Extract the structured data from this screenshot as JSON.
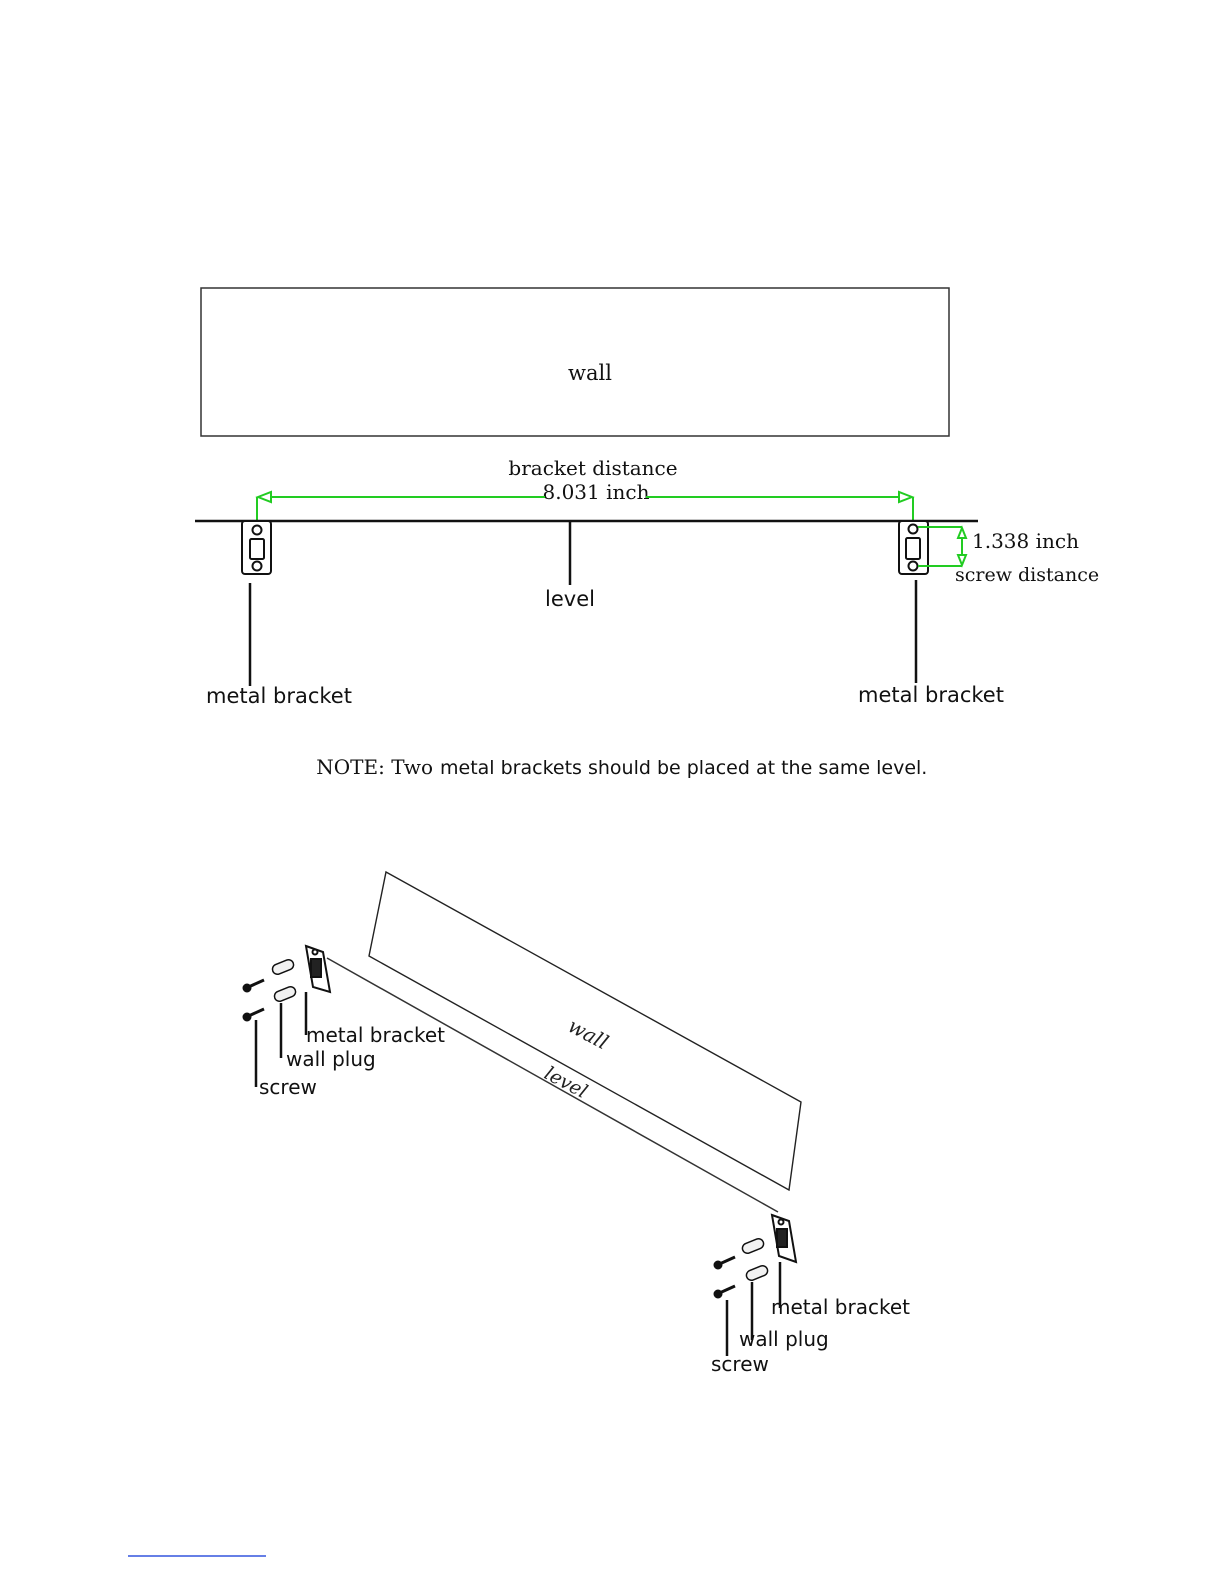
{
  "top_diagram": {
    "wall_label": "wall",
    "dimension_title": "bracket distance",
    "bracket_distance": "8.031 inch",
    "screw_distance_value": "1.338 inch",
    "screw_distance_label": "screw distance",
    "level_label": "level",
    "left_bracket_label": "metal bracket",
    "right_bracket_label": "metal bracket"
  },
  "note": {
    "prefix": "NOTE: Two",
    "text": "metal brackets should be placed at the same level."
  },
  "bottom_diagram": {
    "wall_label": "wall",
    "level_label": "level",
    "left": {
      "bracket": "metal bracket",
      "plug": "wall plug",
      "screw": "screw"
    },
    "right": {
      "bracket": "metal bracket",
      "plug": "wall plug",
      "screw": "screw"
    }
  },
  "colors": {
    "dimension": "#22cc22",
    "ink": "#111111"
  }
}
